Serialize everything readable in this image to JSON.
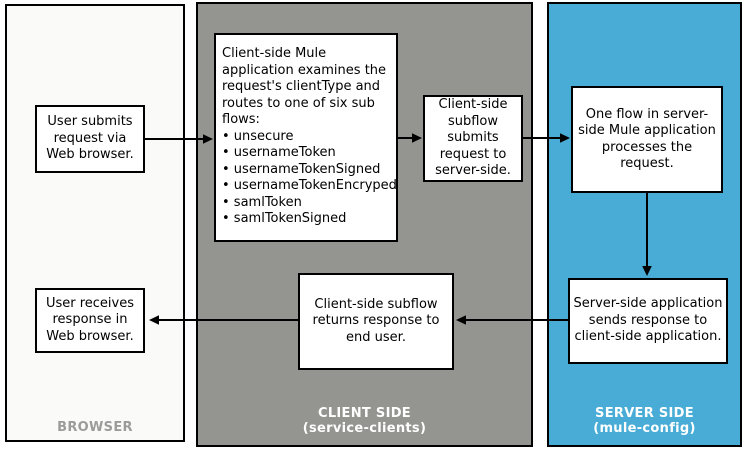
{
  "colors": {
    "canvas_bg": "#ffffff",
    "browser_panel_bg": "#fafaf9",
    "client_panel_bg": "#949490",
    "server_panel_bg": "#49acd6",
    "panel_border": "#000000",
    "box_bg": "#ffffff",
    "box_border": "#000000",
    "text": "#000000",
    "browser_label": "#9b9b9b",
    "panel_label": "#ffffff",
    "arrow": "#000000"
  },
  "panels": {
    "browser": {
      "label": "BROWSER",
      "boxes": {
        "user_submits": {
          "lines": [
            "User submits",
            "request via",
            "Web browser."
          ]
        },
        "user_receives": {
          "lines": [
            "User receives",
            "response in",
            "Web browser."
          ]
        }
      }
    },
    "client": {
      "label": "CLIENT SIDE",
      "sublabel": "(service-clients)",
      "boxes": {
        "router": {
          "intro_lines": [
            "Client-side Mule",
            "application examines the",
            "request's clientType and",
            "routes to one of six sub",
            "flows:"
          ],
          "flow_items": [
            "• unsecure",
            "• usernameToken",
            "• usernameTokenSigned",
            "• usernameTokenEncryped",
            "• samlToken",
            "• samlTokenSigned"
          ]
        },
        "subflow_submits": {
          "lines": [
            "Client-side",
            "subflow",
            "submits",
            "request to",
            "server-side."
          ]
        },
        "subflow_returns": {
          "lines": [
            "Client-side subflow",
            "returns response to",
            "end user."
          ]
        }
      }
    },
    "server": {
      "label": "SERVER SIDE",
      "sublabel": "(mule-config)",
      "boxes": {
        "one_flow": {
          "lines": [
            "One flow in server-",
            "side Mule application",
            "processes the",
            "request."
          ]
        },
        "sends_response": {
          "lines": [
            "Server-side application",
            "sends response to",
            "client-side application."
          ]
        }
      }
    }
  }
}
